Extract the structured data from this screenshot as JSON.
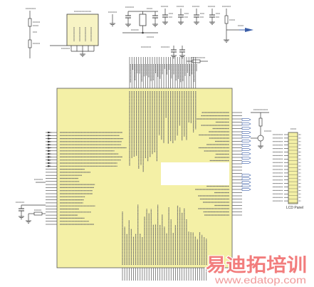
{
  "diagram": {
    "connector": {
      "label": "LCD Panel"
    },
    "colors": {
      "chip_fill": "#f4f0a6",
      "flash_fill": "#f7f3c4",
      "connector_fill": "#f4f0a6",
      "wire": "#3a3a3a",
      "label_ink": "#6e6e6e",
      "net_flag": "#3b5ea8",
      "blank": "#ffffff"
    }
  },
  "watermark": {
    "brand": "易迪拓培训",
    "url": "www.edatop.com",
    "colors": {
      "brand": "#f27d7d",
      "url": "#f09a9a"
    }
  }
}
